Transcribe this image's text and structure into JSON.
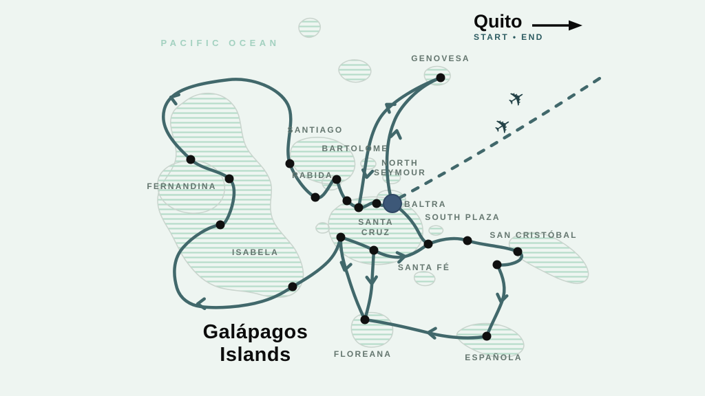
{
  "map": {
    "region_title": {
      "line1": "Galápagos",
      "line2": "Islands"
    },
    "ocean_label": "PACIFIC OCEAN",
    "origin": {
      "city": "Quito",
      "subtitle": "START • END"
    },
    "plane_glyph": "✈",
    "labels": {
      "genovesa": "GENOVESA",
      "santiago": "SANTIAGO",
      "bartolome": "BARTOLOME",
      "rabida": "RABIDA",
      "north_seymour_1": "NORTH",
      "north_seymour_2": "SEYMOUR",
      "baltra": "BALTRA",
      "south_plaza": "SOUTH PLAZA",
      "santa_cruz_1": "SANTA",
      "santa_cruz_2": "CRUZ",
      "fernandina": "FERNANDINA",
      "isabela": "ISABELA",
      "santa_fe": "SANTA FÉ",
      "san_cristobal": "SAN CRISTÓBAL",
      "floreana": "FLOREANA",
      "espanola": "ESPAÑOLA"
    },
    "colors": {
      "background": "#eef5f1",
      "route": "#41686b",
      "waypoint": "#101010",
      "start_marker": "#3d5878",
      "island_hatch": "#b6dcc9",
      "island_outline": "#c9d4cd",
      "island_label": "#64766f",
      "ocean_label": "#a3d1c0",
      "title": "#0c0c0c",
      "origin_subtitle": "#2b5a60"
    }
  }
}
